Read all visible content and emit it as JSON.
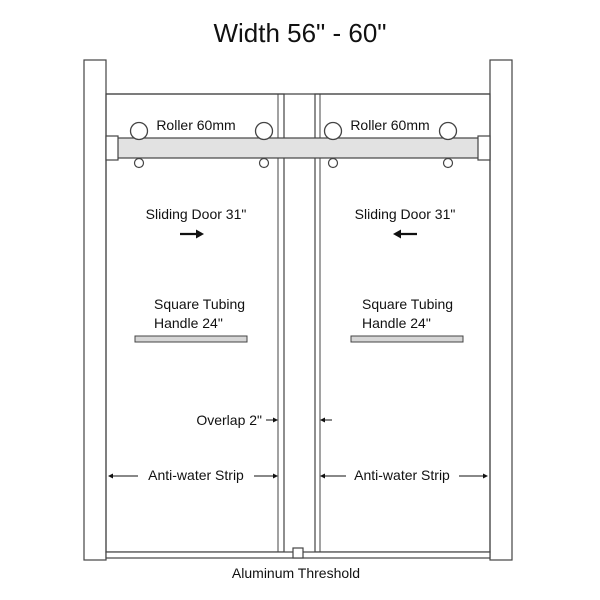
{
  "title": "Width 56\" - 60\"",
  "labels": {
    "roller_left": "Roller 60mm",
    "roller_right": "Roller 60mm",
    "door_left": "Sliding Door 31\"",
    "door_right": "Sliding Door 31\"",
    "handle_left_line1": "Square Tubing",
    "handle_left_line2": "Handle 24\"",
    "handle_right_line1": "Square Tubing",
    "handle_right_line2": "Handle 24\"",
    "overlap": "Overlap 2\"",
    "strip_left": "Anti-water Strip",
    "strip_right": "Anti-water Strip",
    "threshold": "Aluminum Threshold"
  },
  "colors": {
    "line": "#444444",
    "text": "#111111",
    "handle_fill": "#d6d6d6",
    "bar_fill": "#e2e2e2"
  }
}
